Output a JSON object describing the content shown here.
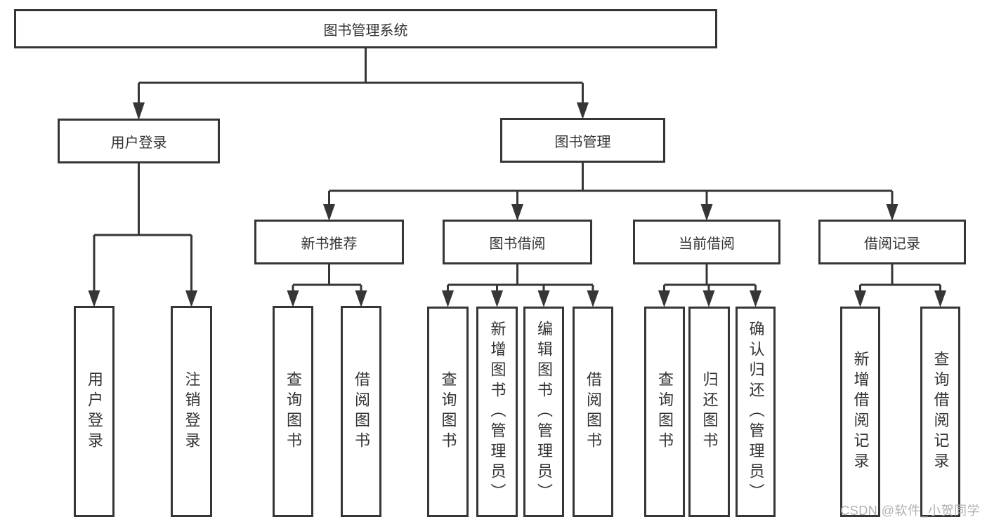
{
  "diagram": {
    "title": "图书管理系统",
    "colors": {
      "line": "#363636",
      "text": "#333333",
      "watermark": "#b0b0b0"
    },
    "watermark": {
      "text": "CSDN @软件_小贺同学"
    },
    "tree": {
      "label": "图书管理系统",
      "children": [
        {
          "label": "用户登录",
          "children": [
            {
              "label": "用户登录"
            },
            {
              "label": "注销登录"
            }
          ]
        },
        {
          "label": "图书管理",
          "children": [
            {
              "label": "新书推荐",
              "children": [
                {
                  "label": "查询图书"
                },
                {
                  "label": "借阅图书"
                }
              ]
            },
            {
              "label": "图书借阅",
              "children": [
                {
                  "label": "查询图书"
                },
                {
                  "label": "新增图书（管理员）"
                },
                {
                  "label": "编辑图书（管理员）"
                },
                {
                  "label": "借阅图书"
                }
              ]
            },
            {
              "label": "当前借阅",
              "children": [
                {
                  "label": "查询图书"
                },
                {
                  "label": "归还图书"
                },
                {
                  "label": "确认归还（管理员）"
                }
              ]
            },
            {
              "label": "借阅记录",
              "children": [
                {
                  "label": "新增借阅记录"
                },
                {
                  "label": "查询借阅记录"
                }
              ]
            }
          ]
        }
      ]
    }
  }
}
